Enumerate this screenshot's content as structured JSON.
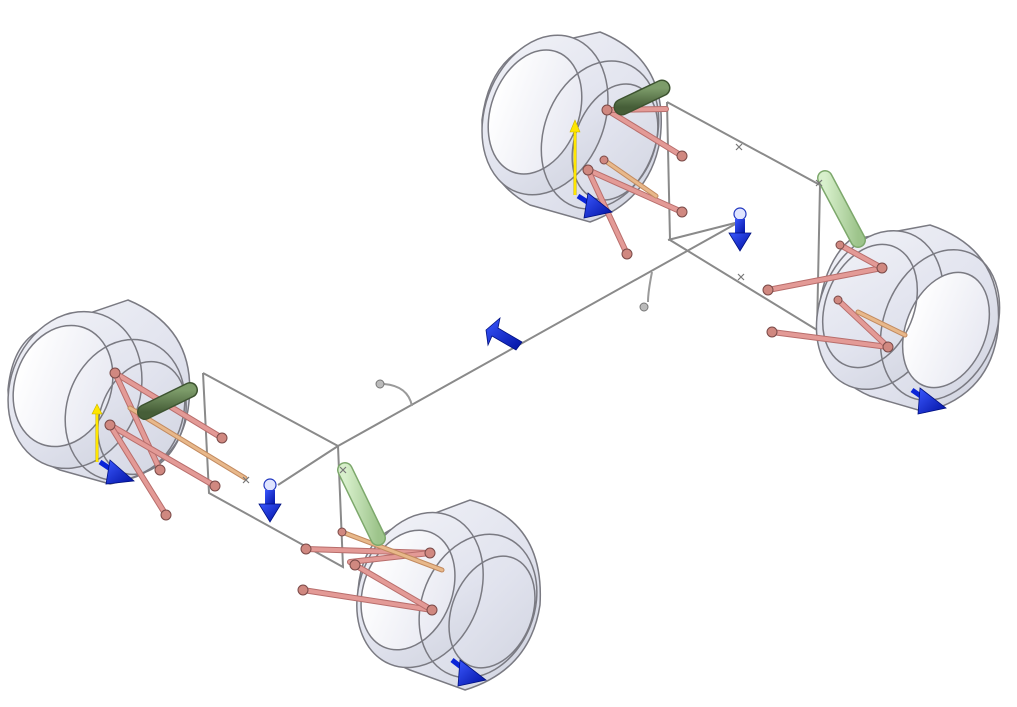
{
  "scene": {
    "view": "isometric",
    "background": "#ffffff",
    "colors": {
      "tire_fill": "#e4e6f0",
      "tire_stroke": "#7a7a82",
      "tire_inner": "#f4f5fa",
      "frame": "#8a8a8a",
      "wishbone": "#e39a96",
      "wishbone_dark": "#b86e6c",
      "tie_rod": "#e8b88a",
      "damper_dark": "#5f7f4f",
      "damper_light": "#bfe0b0",
      "force_arrow": "#0a24d8",
      "axis_arrow": "#ffe600"
    },
    "wheels": [
      {
        "id": "rear-left",
        "has_dark_damper": true
      },
      {
        "id": "rear-right",
        "has_dark_damper": false
      },
      {
        "id": "front-left",
        "has_dark_damper": true
      },
      {
        "id": "front-right",
        "has_dark_damper": false
      }
    ],
    "icons": [
      "force-arrow-icon",
      "axis-arrow-icon",
      "pin-constraint-icon"
    ]
  }
}
